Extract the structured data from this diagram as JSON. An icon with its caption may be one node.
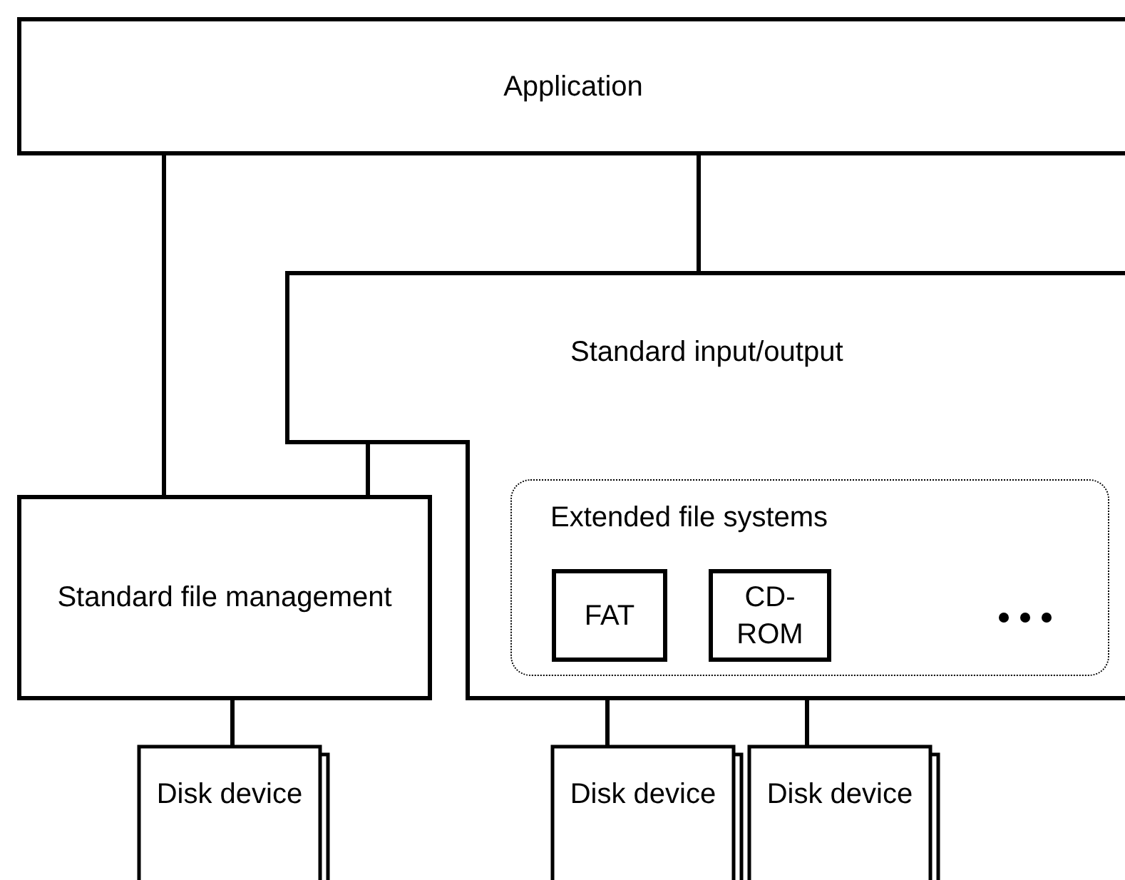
{
  "diagram": {
    "nodes": [
      {
        "text": [
          "Application"
        ]
      },
      {
        "text": [
          "Standard input/output"
        ]
      },
      {
        "text": [
          "Extended file systems"
        ],
        "in": 1
      },
      {
        "text": [
          "FAT"
        ],
        "in": 2
      },
      {
        "text": [
          "CD-ROM"
        ],
        "in": 2
      },
      {
        "text": [
          "Standard file management"
        ]
      },
      {
        "text": [
          "Disk device"
        ]
      },
      {
        "text": [
          "Disk device"
        ]
      },
      {
        "text": [
          "Disk device"
        ]
      }
    ],
    "edges": [
      {
        "from": 0,
        "to": 5,
        "arrow": "none"
      },
      {
        "from": 0,
        "to": 1,
        "arrow": "none"
      },
      {
        "from": 1,
        "to": 5,
        "arrow": "none"
      },
      {
        "from": 5,
        "to": 6,
        "arrow": "none"
      },
      {
        "from": 3,
        "to": 7,
        "arrow": "none"
      },
      {
        "from": 4,
        "to": 8,
        "arrow": "none"
      }
    ]
  }
}
